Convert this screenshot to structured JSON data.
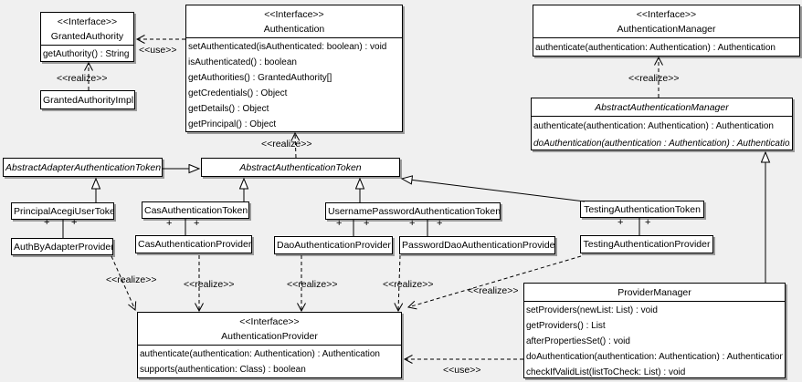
{
  "labels": {
    "use": "<<use>>",
    "realize": "<<realize>>"
  },
  "multiplicity": "+",
  "classes": [
    {
      "id": "granted-authority",
      "stereotype": "<<Interface>>",
      "name": "GrantedAuthority",
      "methods": [
        "getAuthority() : String"
      ]
    },
    {
      "id": "granted-authority-impl",
      "name": "GrantedAuthorityImpl"
    },
    {
      "id": "authentication",
      "stereotype": "<<Interface>>",
      "name": "Authentication",
      "methods": [
        "setAuthenticated(isAuthenticated: boolean) : void",
        "isAuthenticated() : boolean",
        "getAuthorities() : GrantedAuthority[]",
        "getCredentials() : Object",
        "getDetails() : Object",
        "getPrincipal() : Object"
      ]
    },
    {
      "id": "authentication-manager",
      "stereotype": "<<Interface>>",
      "name": "AuthenticationManager",
      "methods": [
        "authenticate(authentication: Authentication) : Authentication"
      ]
    },
    {
      "id": "abstract-authentication-manager",
      "name": "AbstractAuthenticationManager",
      "methods": [
        "authenticate(authentication: Authentication) : Authentication",
        "doAuthentication(authentication : Authentication) : Authentication"
      ]
    },
    {
      "id": "abstract-adapter-authentication-token",
      "name": "AbstractAdapterAuthenticationToken"
    },
    {
      "id": "abstract-authentication-token",
      "name": "AbstractAuthenticationToken"
    },
    {
      "id": "principal-acegi-user-token",
      "name": "PrincipalAcegiUserToken"
    },
    {
      "id": "cas-authentication-token",
      "name": "CasAuthenticationToken"
    },
    {
      "id": "username-password-authentication-token",
      "name": "UsernamePasswordAuthenticationToken"
    },
    {
      "id": "testing-authentication-token",
      "name": "TestingAuthenticationToken"
    },
    {
      "id": "auth-by-adapter-provider",
      "name": "AuthByAdapterProvider"
    },
    {
      "id": "cas-authentication-provider",
      "name": "CasAuthenticationProvider"
    },
    {
      "id": "dao-authentication-provider",
      "name": "DaoAuthenticationProvider"
    },
    {
      "id": "password-dao-authentication-provider",
      "name": "PasswordDaoAuthenticationProvider"
    },
    {
      "id": "testing-authentication-provider",
      "name": "TestingAuthenticationProvider"
    },
    {
      "id": "authentication-provider",
      "stereotype": "<<Interface>>",
      "name": "AuthenticationProvider",
      "methods": [
        "authenticate(authentication: Authentication) : Authentication",
        "supports(authentication: Class) : boolean"
      ]
    },
    {
      "id": "provider-manager",
      "name": "ProviderManager",
      "methods": [
        "setProviders(newList: List) : void",
        "getProviders() : List",
        "afterPropertiesSet() : void",
        "doAuthentication(authentication: Authentication) : Authentication",
        "checkIfValidList(listToCheck: List) : void"
      ]
    }
  ],
  "edge_labels": [
    {
      "id": "use-top",
      "text": "<<use>>"
    },
    {
      "id": "realize-granted-authority",
      "text": "<<realize>>"
    },
    {
      "id": "realize-authentication",
      "text": "<<realize>>"
    },
    {
      "id": "realize-authentication-manager",
      "text": "<<realize>>"
    },
    {
      "id": "realize-auth-by-adapter",
      "text": "<<realize>>"
    },
    {
      "id": "realize-cas",
      "text": "<<realize>>"
    },
    {
      "id": "realize-dao",
      "text": "<<realize>>"
    },
    {
      "id": "realize-password-dao",
      "text": "<<realize>>"
    },
    {
      "id": "realize-testing",
      "text": "<<realize>>"
    },
    {
      "id": "use-bottom",
      "text": "<<use>>"
    }
  ],
  "colors": {
    "background": "#f0f0f0",
    "box_fill": "#ffffff",
    "line": "#000000",
    "shadow": "#9a9a9a"
  }
}
